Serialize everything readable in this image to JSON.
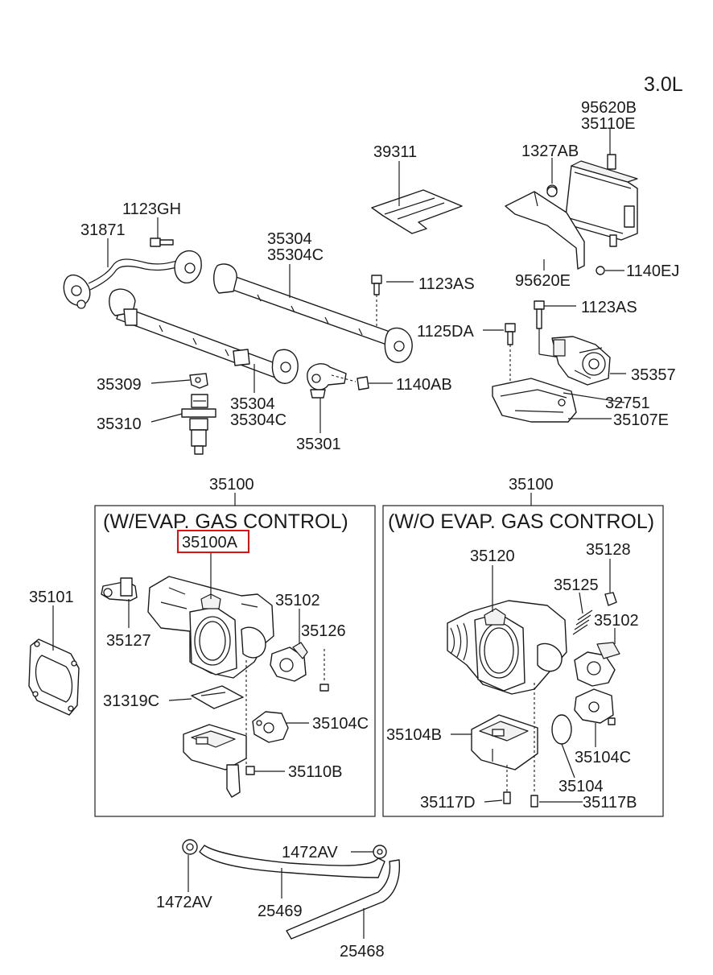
{
  "engine_label": "3.0L",
  "labels": {
    "p95620B": "95620B",
    "p35110E": "35110E",
    "p1327AB": "1327AB",
    "p39311": "39311",
    "p1123GH": "1123GH",
    "p31871": "31871",
    "p35304_top": "35304",
    "p35304C_top": "35304C",
    "p1123AS_a": "1123AS",
    "p95620E": "95620E",
    "p1140EJ": "1140EJ",
    "p1123AS_b": "1123AS",
    "p1125DA": "1125DA",
    "p35357": "35357",
    "p35309": "35309",
    "p35304_bot": "35304",
    "p35304C_bot": "35304C",
    "p1140AB": "1140AB",
    "p32751": "32751",
    "p35107E": "35107E",
    "p35310": "35310",
    "p35301": "35301",
    "p35100_left": "35100",
    "p35100_right": "35100",
    "p35101": "35101",
    "p35100A": "35100A",
    "p35127": "35127",
    "p35102_left": "35102",
    "p35126": "35126",
    "p31319C": "31319C",
    "p35104C_left": "35104C",
    "p35110B": "35110B",
    "p35120": "35120",
    "p35128": "35128",
    "p35125": "35125",
    "p35102_right": "35102",
    "p35104B": "35104B",
    "p35104C_right": "35104C",
    "p35104": "35104",
    "p35117D": "35117D",
    "p35117B": "35117B",
    "p1472AV_top": "1472AV",
    "p1472AV_bot": "1472AV",
    "p25469": "25469",
    "p25468": "25468"
  },
  "boxes": {
    "with_evap_title": "(W/EVAP. GAS CONTROL)",
    "without_evap_title": "(W/O EVAP. GAS CONTROL)"
  },
  "highlight": {
    "part": "35100A",
    "color": "#e01010"
  }
}
